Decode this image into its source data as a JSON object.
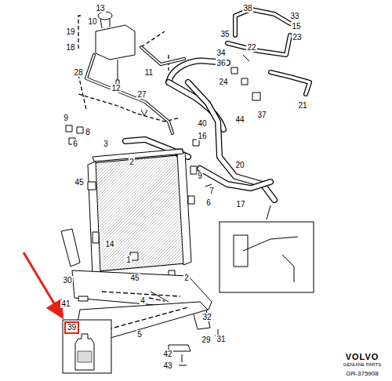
{
  "diagram": {
    "nodes": [
      {
        "text": [
          "39"
        ]
      }
    ],
    "labels": [
      "13",
      "10",
      "19",
      "18",
      "28",
      "12",
      "11",
      "38",
      "33",
      "15",
      "23",
      "35",
      "22",
      "34",
      "36",
      "24",
      "21",
      "27",
      "37",
      "9",
      "8",
      "6",
      "44",
      "40",
      "16",
      "3",
      "2",
      "9",
      "20",
      "7",
      "45",
      "6",
      "17",
      "14",
      "1",
      "45",
      "2",
      "30",
      "4",
      "41",
      "5",
      "32",
      "29",
      "31",
      "42",
      "43",
      "VOLVO",
      "GENUINE PARTS",
      "GR-375908"
    ]
  }
}
